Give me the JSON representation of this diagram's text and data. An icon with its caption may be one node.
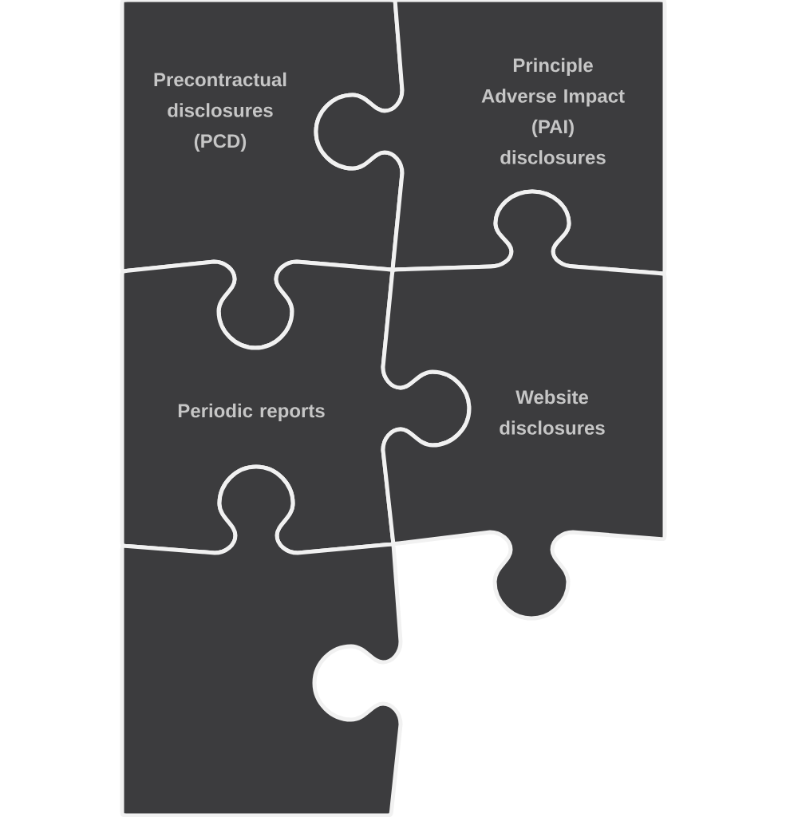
{
  "diagram": {
    "nodes": [
      {
        "text": [
          "Precontractual disclosures (PCD)"
        ]
      },
      {
        "text": [
          "Principle Adverse Impact (PAI) disclosures"
        ]
      },
      {
        "text": [
          "Periodic reports"
        ]
      },
      {
        "text": [
          "Website disclosures"
        ]
      },
      {
        "text": [],
        "shape": "puzzle"
      }
    ]
  }
}
